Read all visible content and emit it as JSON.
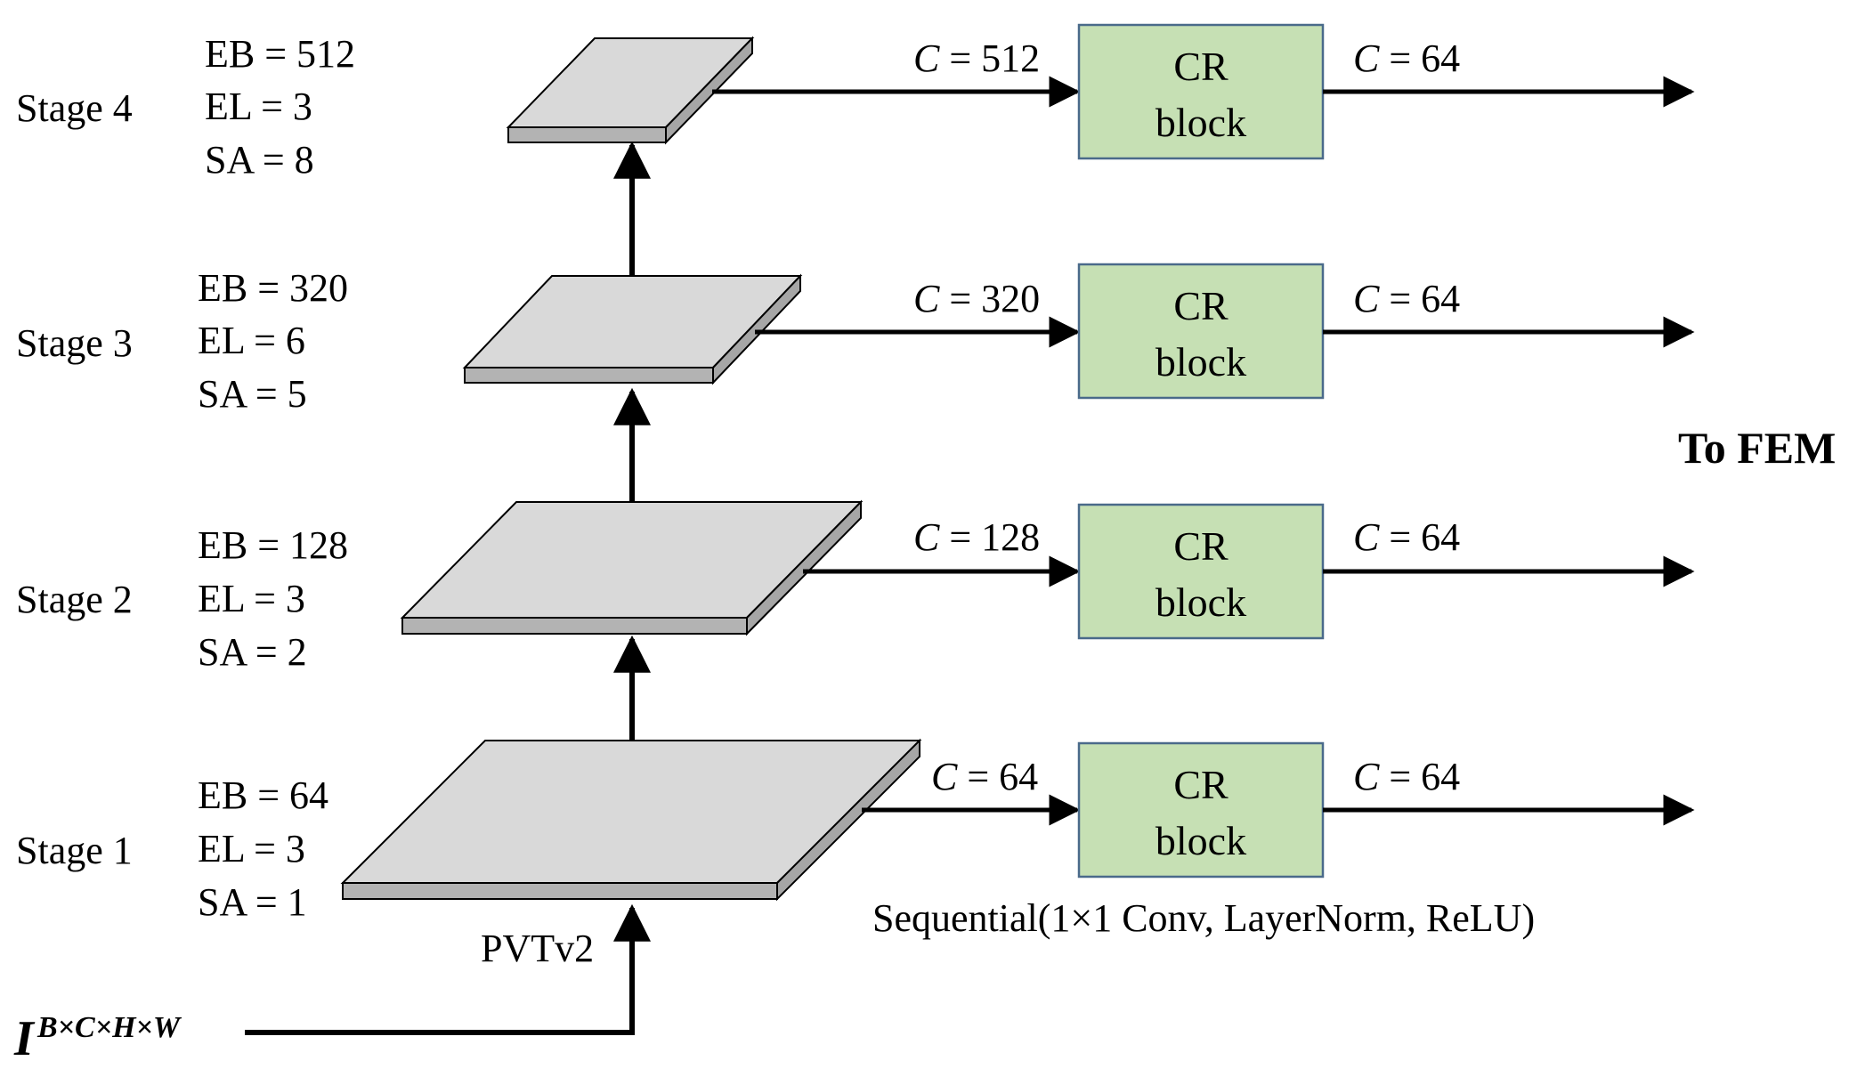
{
  "stages": [
    {
      "label": "Stage 1",
      "eb": "EB = 64",
      "el": "EL = 3",
      "sa": "SA = 1",
      "c_in_var": "C",
      "c_in_val": " = 64",
      "c_out_var": "C",
      "c_out_val": " = 64"
    },
    {
      "label": "Stage 2",
      "eb": "EB = 128",
      "el": "EL = 3",
      "sa": "SA = 2",
      "c_in_var": "C",
      "c_in_val": " = 128",
      "c_out_var": "C",
      "c_out_val": " = 64"
    },
    {
      "label": "Stage 3",
      "eb": "EB = 320",
      "el": "EL = 6",
      "sa": "SA = 5",
      "c_in_var": "C",
      "c_in_val": " = 320",
      "c_out_var": "C",
      "c_out_val": " = 64"
    },
    {
      "label": "Stage 4",
      "eb": "EB = 512",
      "el": "EL = 3",
      "sa": "SA = 8",
      "c_in_var": "C",
      "c_in_val": " = 512",
      "c_out_var": "C",
      "c_out_val": " = 64"
    }
  ],
  "cr_block": {
    "line1": "CR",
    "line2": "block"
  },
  "backbone_label": "PVTv2",
  "sequential_note": "Sequential(1×1 Conv, LayerNorm, ReLU)",
  "output_label": "To FEM",
  "input": {
    "base": "I",
    "superscript": "B×C×H×W"
  },
  "colors": {
    "block_fill": "#c6e0b4",
    "block_stroke": "#4a6a8a",
    "plate_fill": "#d9d9d9",
    "plate_side": "#b3b3b3"
  }
}
